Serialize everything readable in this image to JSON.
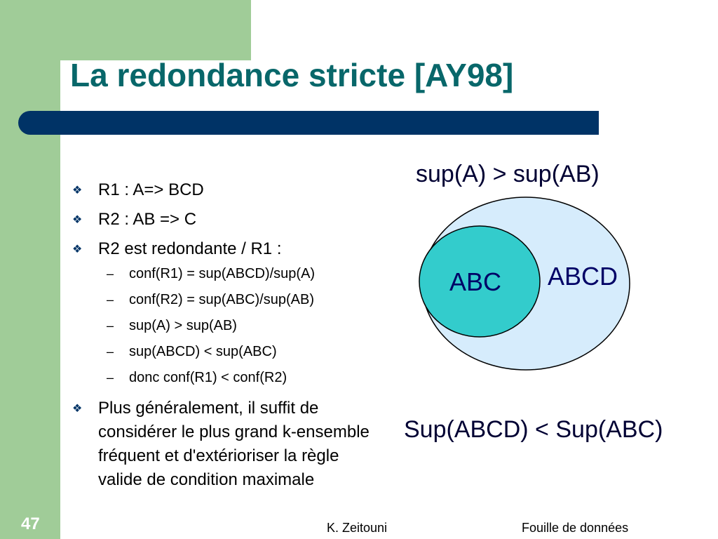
{
  "slide": {
    "title": "La redondance stricte [AY98]",
    "number": "47"
  },
  "bullets": {
    "b1": "R1 : A=> BCD",
    "b2": "R2 : AB => C",
    "b3": "R2 est redondante / R1 :",
    "sub": [
      "conf(R1) = sup(ABCD)/sup(A)",
      "conf(R2) = sup(ABC)/sup(AB)",
      "sup(A) > sup(AB)",
      "sup(ABCD) < sup(ABC)",
      "donc conf(R1) < conf(R2)"
    ],
    "b4": "Plus généralement, il suffit de considérer le plus grand k-ensemble fréquent et d'extérioriser la règle valide de condition maximale",
    "bullet_icon": "four-diamond-bullet-icon"
  },
  "diagram": {
    "caption_top": "sup(A) > sup(AB)",
    "caption_bottom": "Sup(ABCD) < Sup(ABC)",
    "inner_label": "ABC",
    "outer_label": "ABCD",
    "colors": {
      "outer_fill": "#d6ecfc",
      "inner_fill": "#33cccc",
      "stroke": "#000000",
      "label": "#000066"
    }
  },
  "footer": {
    "author": "K. Zeitouni",
    "course": "Fouille de données"
  },
  "colors": {
    "accent_green": "#a0cc98",
    "title_teal": "#08676a",
    "bar_navy": "#003366"
  }
}
